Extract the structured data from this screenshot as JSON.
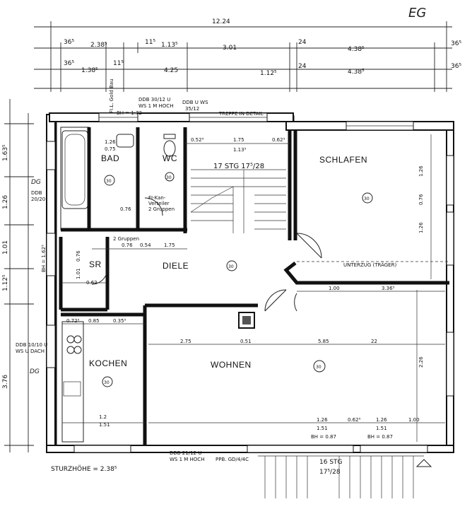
{
  "header": {
    "floor_mark": "EG",
    "overall_width": "12.24"
  },
  "dims_top_row1": [
    "36⁵",
    "2.38⁵",
    "11⁵",
    "1.13⁵",
    "3.01",
    "24",
    "4.38⁵",
    "36⁵"
  ],
  "dims_top_row2": [
    "36⁵",
    "1.38⁵",
    "11⁵",
    "4.25",
    "1.12⁵",
    "24",
    "4.38⁵",
    "36⁵"
  ],
  "dims_left": [
    "1.63⁵",
    "1.26",
    "1.01",
    "1.12⁵",
    "3.76"
  ],
  "rooms": {
    "bad": "BAD",
    "wc": "WC",
    "sr": "SR",
    "diele": "DIELE",
    "schlafen": "SCHLAFEN",
    "kochen": "KOCHEN",
    "wohnen": "WOHNEN"
  },
  "stairs": {
    "upper": "17 STG 17⁵/28",
    "lower_count": "16 STG",
    "lower_ratio": "17⁵/28",
    "treppe_note": "TREPPE IN DETAIL"
  },
  "notes": {
    "unterzug": "UNTERZUG (TRÄGER)",
    "sturzhoehe": "STURZHÖHE = 2.38⁵",
    "ddb_bad": "DDB 30/12 U",
    "ddb_bad2": "WS 1 M HOCH",
    "ddb_wc": "DDB U WS",
    "ddb_wc2": "35/12",
    "ddb_left": "DDB",
    "ddb_left2": "20/20",
    "ddb_kochen": "DDB 10/10 U",
    "ddb_kochen2": "WS U DACH",
    "ddb_bottom": "DDB 21/12 U",
    "ddb_bottom2": "WS 1 M HOCH",
    "dg_upper": "DG",
    "dg_lower": "DG",
    "bh1": "BH = 1.72",
    "bh2": "BH = 1.62⁵",
    "bh3": "BH = 0.87",
    "bh4": "BH = 0.87",
    "fi_label": "FI-Kan-",
    "fi_label2": "Verteiler",
    "fi_label3": "2 Gruppen",
    "fi_top": "FI.L. Gold Bau",
    "gruppen": "2 Gruppen",
    "ppb": "PPB. GD/4/4C"
  },
  "interior_dims": {
    "bad_w": "1.26",
    "bad_w2": "0.75",
    "wc_w": "0.76",
    "diele_a": "0.52⁵",
    "diele_b": "1.75",
    "diele_c": "0.62⁵",
    "diele_d": "1.13⁵",
    "diele_e": "0.76",
    "diele_f": "0.54",
    "diele_g": "1.75",
    "kochen_a": "0.72⁵",
    "kochen_b": "0.85",
    "kochen_c": "0.35⁵",
    "wohnen_a": "2.75",
    "wohnen_b": "0.51",
    "wohnen_c": "5.85",
    "wohnen_d": "22",
    "schlafen_a": "1.00",
    "schlafen_b": "3.36⁵",
    "schlafen_c": "1.26",
    "schlafen_d": "0.76",
    "schlafen_e": "1.26",
    "schlafen_f": "2.26",
    "bottom_a": "1.26",
    "bottom_b": "0.62⁵",
    "bottom_c": "1.26",
    "bottom_d": "1.51",
    "bottom_e": "1.51",
    "bottom_f": "1.00",
    "kochen_bottom_a": "1.2",
    "kochen_bottom_b": "1.51",
    "sr_a": "0.76",
    "sr_b": "0.62",
    "sr_c": "1.01"
  },
  "circle_marks": {
    "bad": "30",
    "wc": "30",
    "schlafen": "30",
    "diele": "30",
    "kochen": "30",
    "wohnen": "30"
  }
}
